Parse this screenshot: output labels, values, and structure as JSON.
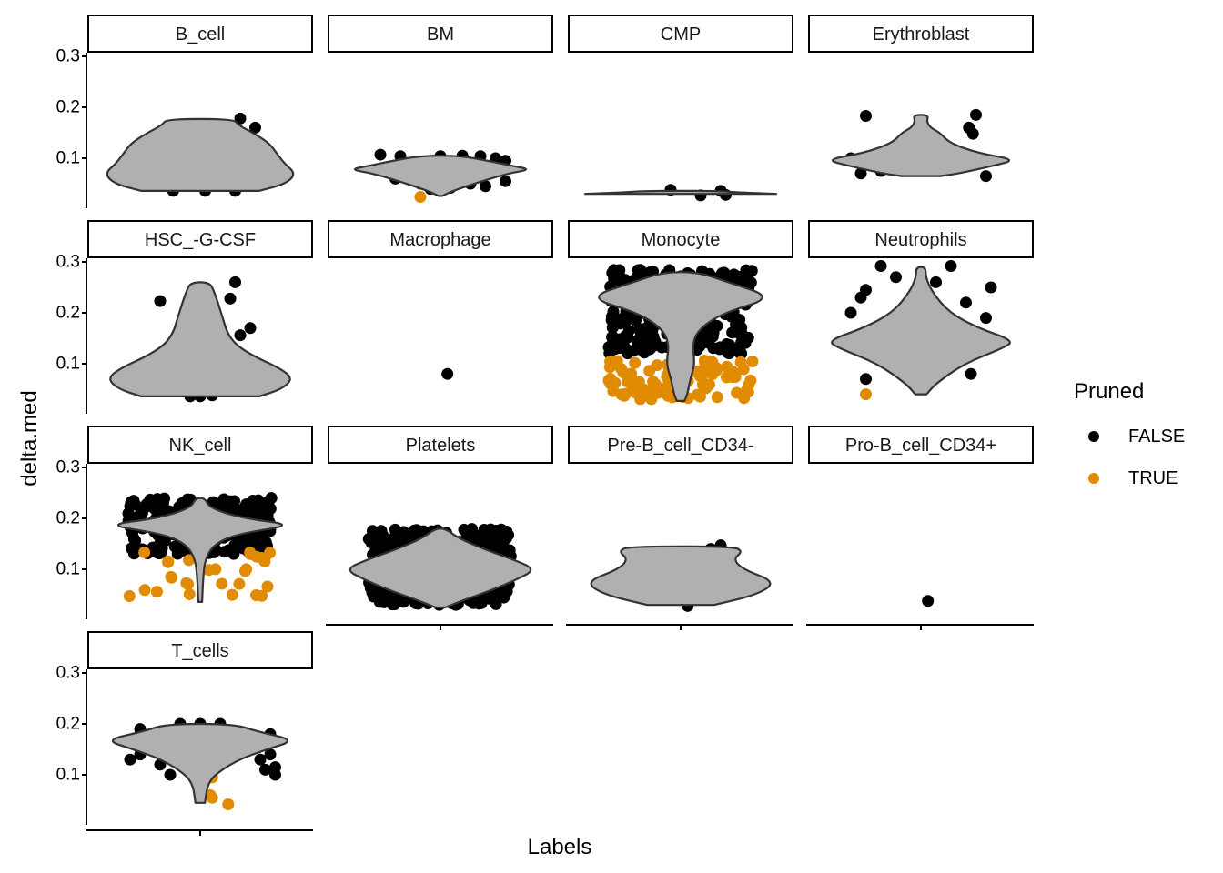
{
  "chart_data": {
    "type": "violin",
    "facet_layout": "wrap-4-columns",
    "xlabel": "Labels",
    "ylabel": "delta.med",
    "ylim": [
      0.01,
      0.33
    ],
    "yticks": [
      0.1,
      0.2,
      0.3
    ],
    "ytick_labels": [
      "0.1",
      "0.2",
      "0.3"
    ],
    "grid": false,
    "violin_fill": "#b0b0b0",
    "violin_stroke": "#333333",
    "legend": {
      "title": "Pruned",
      "position": "right",
      "entries": [
        {
          "label": "FALSE",
          "color": "#000000"
        },
        {
          "label": "TRUE",
          "color": "#e08b00"
        }
      ]
    },
    "panels": [
      {
        "label": "B_cell",
        "violin": [
          [
            0.036,
            0.62
          ],
          [
            0.05,
            0.9
          ],
          [
            0.07,
            1.0
          ],
          [
            0.09,
            0.88
          ],
          [
            0.11,
            0.8
          ],
          [
            0.13,
            0.72
          ],
          [
            0.15,
            0.55
          ],
          [
            0.165,
            0.4
          ],
          [
            0.177,
            0.35
          ]
        ],
        "points_false": [
          [
            0.036,
            -0.27
          ],
          [
            0.036,
            0.05
          ],
          [
            0.036,
            0.35
          ],
          [
            0.178,
            0.4
          ],
          [
            0.16,
            0.55
          ]
        ],
        "points_true": []
      },
      {
        "label": "BM",
        "violin": [
          [
            0.026,
            0.02
          ],
          [
            0.035,
            0.12
          ],
          [
            0.05,
            0.35
          ],
          [
            0.07,
            0.7
          ],
          [
            0.078,
            0.95
          ],
          [
            0.085,
            0.75
          ],
          [
            0.095,
            0.5
          ],
          [
            0.105,
            0.2
          ]
        ],
        "points_false": [
          [
            0.107,
            -0.6
          ],
          [
            0.104,
            -0.4
          ],
          [
            0.104,
            0.0
          ],
          [
            0.105,
            0.22
          ],
          [
            0.104,
            0.4
          ],
          [
            0.1,
            0.55
          ],
          [
            0.06,
            -0.45
          ],
          [
            0.05,
            -0.2
          ],
          [
            0.05,
            0.3
          ],
          [
            0.045,
            0.45
          ],
          [
            0.055,
            0.65
          ],
          [
            0.095,
            0.65
          ],
          [
            0.04,
            -0.1
          ],
          [
            0.042,
            0.1
          ]
        ],
        "points_true": [
          [
            0.024,
            -0.2
          ]
        ]
      },
      {
        "label": "CMP",
        "violin": [
          [
            0.03,
            1.0
          ],
          [
            0.033,
            0.6
          ],
          [
            0.036,
            0.35
          ]
        ],
        "points_false": [
          [
            0.038,
            -0.1
          ],
          [
            0.027,
            0.2
          ],
          [
            0.036,
            0.4
          ],
          [
            0.028,
            0.45
          ]
        ],
        "points_true": []
      },
      {
        "label": "Erythroblast",
        "violin": [
          [
            0.065,
            0.2
          ],
          [
            0.07,
            0.4
          ],
          [
            0.085,
            0.75
          ],
          [
            0.097,
            1.0
          ],
          [
            0.11,
            0.6
          ],
          [
            0.13,
            0.3
          ],
          [
            0.15,
            0.2
          ],
          [
            0.16,
            0.1
          ],
          [
            0.172,
            0.06
          ],
          [
            0.185,
            0.08
          ]
        ],
        "points_false": [
          [
            0.183,
            -0.55
          ],
          [
            0.185,
            0.55
          ],
          [
            0.16,
            0.48
          ],
          [
            0.148,
            0.52
          ],
          [
            0.07,
            -0.6
          ],
          [
            0.075,
            -0.4
          ],
          [
            0.065,
            0.65
          ],
          [
            0.08,
            0.35
          ],
          [
            0.12,
            -0.2
          ],
          [
            0.14,
            0.15
          ],
          [
            0.1,
            -0.7
          ],
          [
            0.1,
            0.3
          ]
        ],
        "points_true": []
      },
      {
        "label": "HSC_-G-CSF",
        "violin": [
          [
            0.036,
            0.62
          ],
          [
            0.05,
            0.85
          ],
          [
            0.07,
            0.97
          ],
          [
            0.09,
            0.85
          ],
          [
            0.12,
            0.5
          ],
          [
            0.15,
            0.3
          ],
          [
            0.2,
            0.22
          ],
          [
            0.24,
            0.15
          ],
          [
            0.26,
            0.1
          ]
        ],
        "points_false": [
          [
            0.223,
            -0.4
          ],
          [
            0.26,
            0.35
          ],
          [
            0.228,
            0.3
          ],
          [
            0.17,
            0.5
          ],
          [
            0.156,
            0.4
          ],
          [
            0.036,
            -0.1
          ],
          [
            0.036,
            0.0
          ],
          [
            0.038,
            0.12
          ]
        ],
        "points_true": []
      },
      {
        "label": "Macrophage",
        "violin": [],
        "points_false": [
          [
            0.08,
            0.07
          ]
        ],
        "points_true": []
      },
      {
        "label": "Monocyte",
        "violin": [
          [
            0.027,
            0.04
          ],
          [
            0.04,
            0.07
          ],
          [
            0.07,
            0.1
          ],
          [
            0.1,
            0.15
          ],
          [
            0.14,
            0.12
          ],
          [
            0.17,
            0.2
          ],
          [
            0.2,
            0.45
          ],
          [
            0.23,
            0.98
          ],
          [
            0.26,
            0.5
          ],
          [
            0.28,
            0.18
          ]
        ],
        "points_false": "dense 0.12-0.285 jittered full width",
        "points_true": "dense 0.03-0.11 jittered full width"
      },
      {
        "label": "Neutrophils",
        "violin": [
          [
            0.04,
            0.06
          ],
          [
            0.06,
            0.15
          ],
          [
            0.1,
            0.45
          ],
          [
            0.13,
            0.85
          ],
          [
            0.145,
            0.98
          ],
          [
            0.17,
            0.6
          ],
          [
            0.2,
            0.3
          ],
          [
            0.24,
            0.12
          ],
          [
            0.27,
            0.05
          ],
          [
            0.29,
            0.05
          ]
        ],
        "points_false": [
          [
            0.292,
            -0.4
          ],
          [
            0.292,
            0.3
          ],
          [
            0.27,
            -0.25
          ],
          [
            0.26,
            0.15
          ],
          [
            0.245,
            -0.55
          ],
          [
            0.25,
            0.7
          ],
          [
            0.23,
            -0.6
          ],
          [
            0.22,
            0.45
          ],
          [
            0.2,
            -0.7
          ],
          [
            0.19,
            0.65
          ],
          [
            0.07,
            -0.55
          ],
          [
            0.08,
            0.5
          ],
          [
            0.09,
            0.2
          ],
          [
            0.085,
            -0.2
          ]
        ],
        "points_true": [
          [
            0.04,
            -0.55
          ]
        ]
      },
      {
        "label": "NK_cell",
        "violin": [
          [
            0.036,
            0.02
          ],
          [
            0.08,
            0.03
          ],
          [
            0.12,
            0.05
          ],
          [
            0.15,
            0.15
          ],
          [
            0.17,
            0.4
          ],
          [
            0.187,
            1.0
          ],
          [
            0.2,
            0.45
          ],
          [
            0.22,
            0.1
          ],
          [
            0.24,
            0.05
          ]
        ],
        "points_false": "dense 0.13-0.245 jittered full width",
        "points_true": "scattered 0.035-0.135"
      },
      {
        "label": "Platelets",
        "violin": [
          [
            0.025,
            0.05
          ],
          [
            0.04,
            0.25
          ],
          [
            0.06,
            0.55
          ],
          [
            0.08,
            0.8
          ],
          [
            0.1,
            1.0
          ],
          [
            0.12,
            0.75
          ],
          [
            0.14,
            0.45
          ],
          [
            0.16,
            0.2
          ],
          [
            0.18,
            0.05
          ]
        ],
        "points_false": "dense 0.03-0.185 jittered full width",
        "points_true": []
      },
      {
        "label": "Pre-B_cell_CD34-",
        "violin": [
          [
            0.03,
            0.35
          ],
          [
            0.05,
            0.8
          ],
          [
            0.075,
            1.0
          ],
          [
            0.1,
            0.65
          ],
          [
            0.12,
            0.55
          ],
          [
            0.135,
            0.65
          ],
          [
            0.145,
            0.55
          ]
        ],
        "points_false": [
          [
            0.028,
            0.07
          ],
          [
            0.147,
            0.4
          ],
          [
            0.14,
            0.3
          ]
        ],
        "points_true": []
      },
      {
        "label": "Pro-B_cell_CD34+",
        "violin": [],
        "points_false": [
          [
            0.038,
            0.07
          ]
        ],
        "points_true": []
      },
      {
        "label": "T_cells",
        "violin": [
          [
            0.045,
            0.05
          ],
          [
            0.06,
            0.06
          ],
          [
            0.08,
            0.08
          ],
          [
            0.1,
            0.15
          ],
          [
            0.13,
            0.4
          ],
          [
            0.15,
            0.7
          ],
          [
            0.168,
            1.0
          ],
          [
            0.185,
            0.6
          ],
          [
            0.2,
            0.35
          ]
        ],
        "points_false": [
          [
            0.2,
            -0.2
          ],
          [
            0.2,
            0.0
          ],
          [
            0.2,
            0.2
          ],
          [
            0.19,
            -0.6
          ],
          [
            0.18,
            0.7
          ],
          [
            0.13,
            -0.7
          ],
          [
            0.14,
            -0.6
          ],
          [
            0.12,
            -0.4
          ],
          [
            0.1,
            -0.3
          ],
          [
            0.13,
            0.6
          ],
          [
            0.115,
            0.75
          ],
          [
            0.11,
            0.65
          ],
          [
            0.1,
            0.75
          ],
          [
            0.14,
            0.7
          ]
        ],
        "points_true": [
          [
            0.095,
            0.12
          ],
          [
            0.06,
            0.1
          ],
          [
            0.055,
            0.12
          ],
          [
            0.042,
            0.28
          ]
        ]
      }
    ]
  }
}
